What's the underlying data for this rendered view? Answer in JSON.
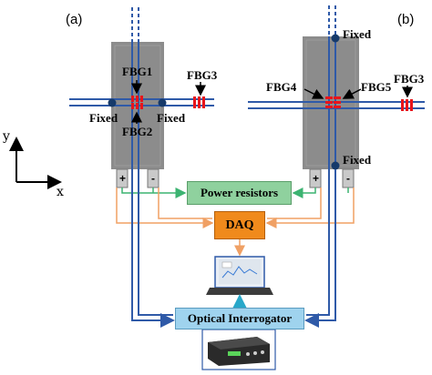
{
  "panels": {
    "a": "(a)",
    "b": "(b)"
  },
  "axes": {
    "y": "y",
    "x": "x"
  },
  "left_module": {
    "fbg_top": "FBG1",
    "fbg_bottom": "FBG2",
    "fbg_ref": "FBG3",
    "fixed_left": "Fixed",
    "fixed_right": "Fixed",
    "terminal_plus": "+",
    "terminal_minus": "-"
  },
  "right_module": {
    "fbg_left": "FBG4",
    "fbg_right": "FBG5",
    "fbg_ref": "FBG3",
    "fixed_top": "Fixed",
    "fixed_bottom": "Fixed",
    "terminal_plus": "+",
    "terminal_minus": "-"
  },
  "blocks": {
    "power_resistors": "Power resistors",
    "daq": "DAQ",
    "optical_interrogator": "Optical Interrogator"
  },
  "colors": {
    "module_gray": "#8c8c8c",
    "fiber_blue": "#2f5aa8",
    "fbg_red": "#e8151b",
    "power_green": "#8fd19e",
    "daq_orange": "#f08a1c",
    "interrogator_blue": "#9fd3ee",
    "arrow_cyan": "#27a7c9",
    "wire_orange": "#f0a064",
    "wire_green": "#3cb371"
  }
}
